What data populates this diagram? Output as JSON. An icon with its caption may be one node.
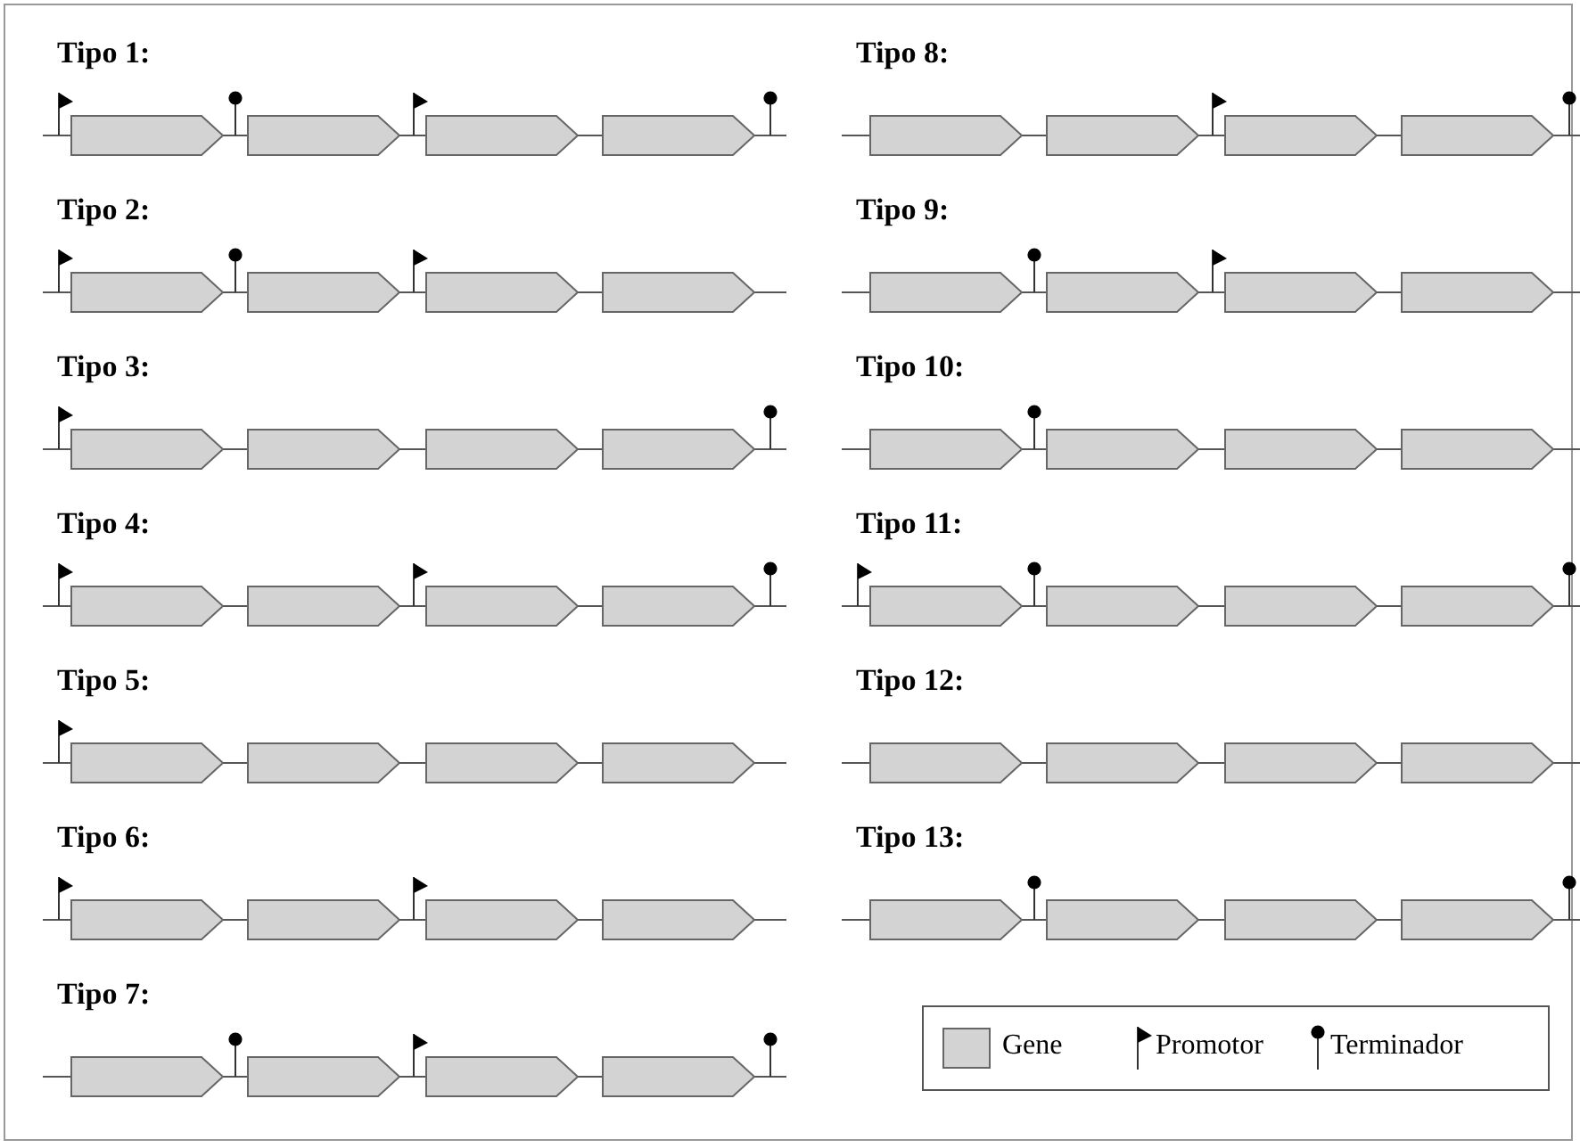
{
  "diagram": {
    "labels": [
      "Tipo 1:",
      "Tipo 2:",
      "Tipo 3:",
      "Tipo 4:",
      "Tipo 5:",
      "Tipo 6:",
      "Tipo 7:",
      "Tipo 8:",
      "Tipo 9:",
      "Tipo 10:",
      "Tipo 11:",
      "Tipo 12:",
      "Tipo 13:"
    ],
    "legend": [
      {
        "text": "Gene",
        "color": "#d3d3d3"
      },
      {
        "text": "Promotor"
      },
      {
        "text": "Terminador"
      }
    ]
  }
}
